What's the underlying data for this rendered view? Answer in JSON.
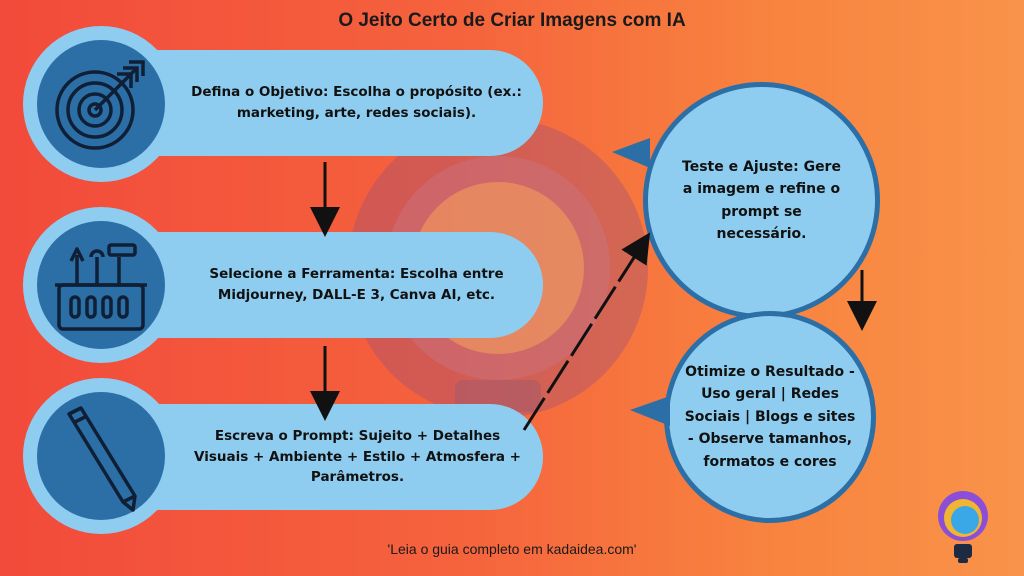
{
  "title": "O Jeito Certo de Criar Imagens com IA",
  "steps": [
    {
      "text": "Defina o Objetivo: Escolha o propósito (ex.: marketing, arte, redes sociais).",
      "icon": "target-icon"
    },
    {
      "text": "Selecione a Ferramenta: Escolha entre Midjourney, DALL-E 3, Canva AI, etc.",
      "icon": "toolbox-icon"
    },
    {
      "text": "Escreva o Prompt: Sujeito + Detalhes Visuais + Ambiente + Estilo + Atmosfera + Parâmetros.",
      "icon": "pencil-icon"
    },
    {
      "text": "Teste e Ajuste: Gere a imagem e refine o prompt se necessário."
    },
    {
      "text": "Otimize o Resultado - Uso geral | Redes Sociais | Blogs e sites - Observe tamanhos, formatos e cores"
    }
  ],
  "footer": "'Leia o guia completo em kadaidea.com'",
  "colors": {
    "pill": "#8ecdf0",
    "icon_circle": "#2c6fa6",
    "arrow": "#111111",
    "background_start": "#f24a3b",
    "background_end": "#f9934a"
  }
}
